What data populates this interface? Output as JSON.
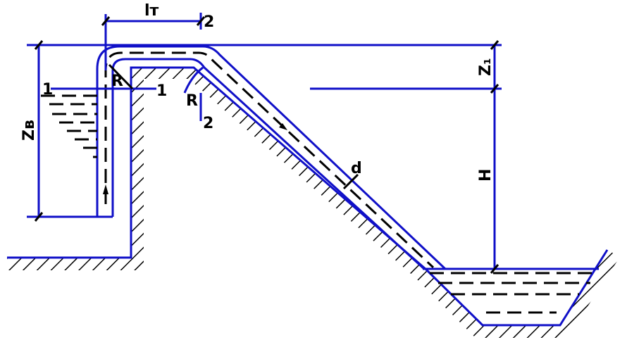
{
  "title": "Siphon pipeline diagram",
  "labels": {
    "pipe_length": "lт",
    "section_2_top": "2",
    "section_2_bottom": "2",
    "section_1_left": "1",
    "section_1_right": "1",
    "bend_radius_1": "R",
    "bend_radius_2": "R",
    "suction_height": "Zв",
    "z1": "Z₁",
    "head": "H",
    "diameter": "d"
  },
  "colors": {
    "line": "#1010c8",
    "hatch": "#000000"
  }
}
